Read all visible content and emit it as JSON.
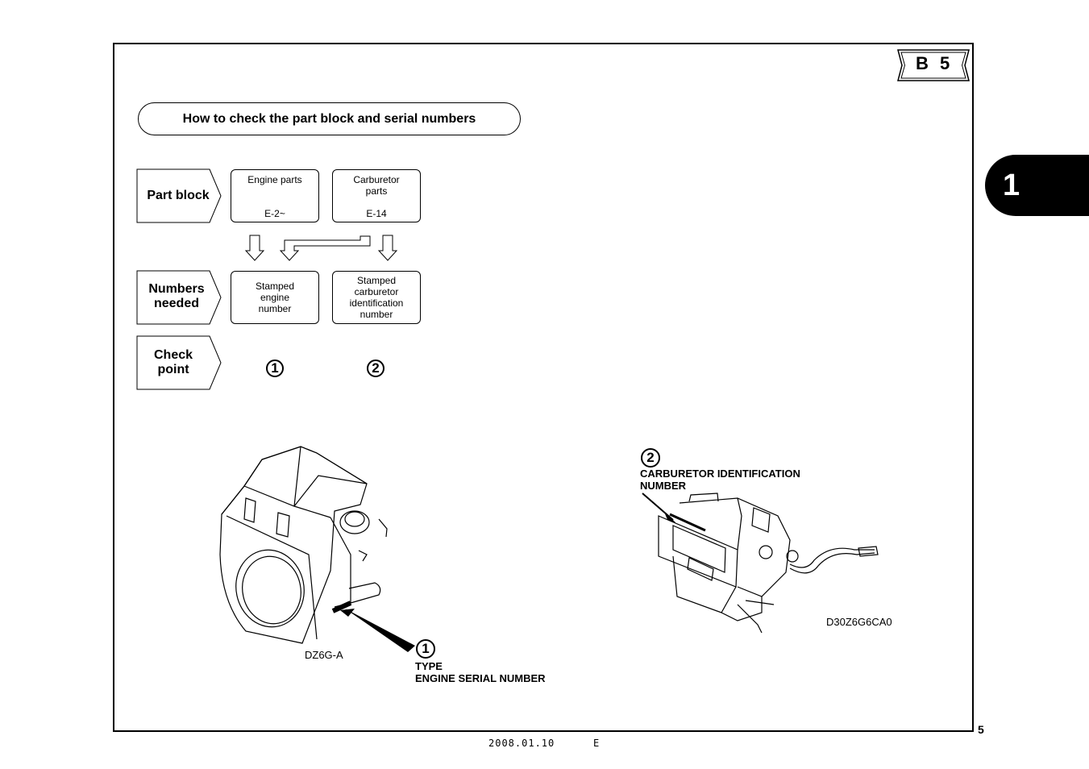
{
  "header": {
    "code_letter": "B",
    "code_number": "5"
  },
  "section_title": "How to check the part block and serial numbers",
  "rows": {
    "part_block_label": "Part block",
    "numbers_needed_label_1": "Numbers",
    "numbers_needed_label_2": "needed",
    "check_point_label_1": "Check",
    "check_point_label_2": "point"
  },
  "part_blocks": [
    {
      "name_line1": "Engine parts",
      "name_line2": "",
      "ref": "E-2~"
    },
    {
      "name_line1": "Carburetor",
      "name_line2": "parts",
      "ref": "E-14"
    }
  ],
  "numbers_needed": [
    {
      "lines": [
        "Stamped",
        "engine",
        "number"
      ]
    },
    {
      "lines": [
        "Stamped",
        "carburetor",
        "identification",
        "number"
      ]
    }
  ],
  "check_points": [
    "1",
    "2"
  ],
  "engine_figure": {
    "callout_number": "1",
    "caption_line1": "TYPE",
    "caption_line2": "ENGINE SERIAL NUMBER",
    "code": "DZ6G-A"
  },
  "carburetor_figure": {
    "callout_number": "2",
    "caption_line1": "CARBURETOR IDENTIFICATION",
    "caption_line2": "NUMBER",
    "code": "D30Z6G6CA0"
  },
  "chapter_tab": "1",
  "page_number": "5",
  "footer": {
    "date": "2008.01.10",
    "lang": "E"
  }
}
